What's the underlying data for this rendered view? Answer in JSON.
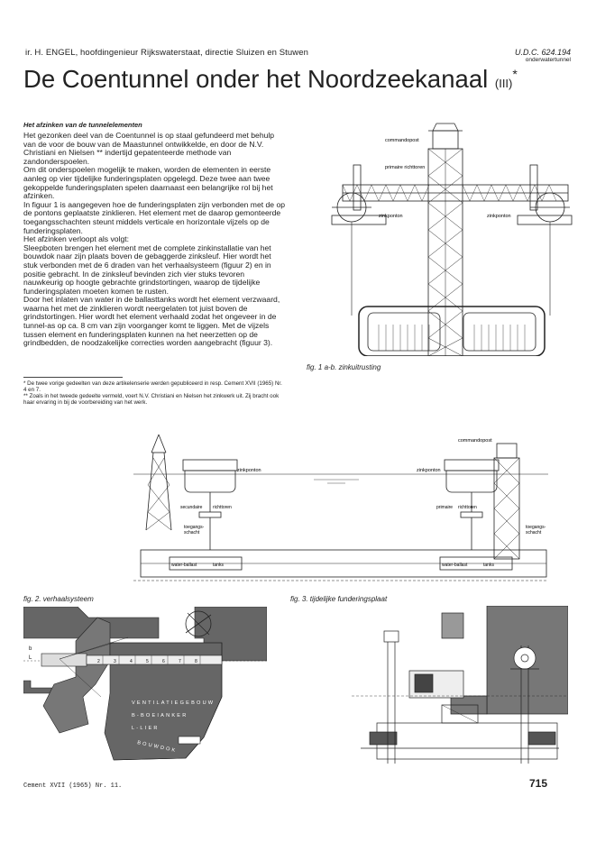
{
  "header": {
    "author": "ir. H. ENGEL, hoofdingenieur Rijkswaterstaat, directie Sluizen en Stuwen",
    "udc": "U.D.C. 624.194",
    "udc_sub": "onderwatertunnel"
  },
  "title": {
    "main": "De Coentunnel onder het Noordzeekanaal",
    "part": "(III)",
    "mark": "*"
  },
  "section_heading": "Het afzinken van de tunnelelementen",
  "paragraphs": [
    "Het gezonken deel van de Coentunnel is op staal gefundeerd met behulp van de voor de bouw van de Maastunnel ontwikkelde, en door de N.V. Christiani en Nielsen ** indertijd gepatenteerde methode van zandonderspoelen.",
    "Om dit onderspoelen mogelijk te maken, worden de elementen in eerste aanleg op vier tijdelijke funderingsplaten opgelegd. Deze twee aan twee gekoppelde funderingsplaten spelen daarnaast een belangrijke rol bij het afzinken.",
    "In figuur 1 is aangegeven hoe de funderingsplaten zijn verbonden met de op de pontons geplaatste zinklieren. Het element met de daarop gemonteerde toegangsschachten steunt middels verticale en horizontale vijzels op de funderingsplaten.",
    "Het afzinken verloopt als volgt:",
    "Sleepboten brengen het element met de complete zinkinstallatie van het bouwdok naar zijn plaats boven de gebaggerde zinksleuf. Hier wordt het stuk verbonden met de 6 draden van het verhaalsysteem (figuur 2) en in positie gebracht. In de zinksleuf bevinden zich vier stuks tevoren nauwkeurig op hoogte gebrachte grindstortingen, waarop de tijdelijke funderingsplaten moeten komen te rusten.",
    "Door het inlaten van water in de ballasttanks wordt het element verzwaard, waarna het met de zinklieren wordt neergelaten tot juist boven de grindstortingen. Hier wordt het element verhaald zodat het ongeveer in de tunnel-as op ca. 8 cm van zijn voorganger komt te liggen. Met de vijzels tussen element en funderingsplaten kunnen na het neerzetten op de grindbedden, de noodzakelijke correcties worden aangebracht (figuur 3)."
  ],
  "footnotes": [
    "* De twee vorige gedeelten van deze artikelenserie werden gepubliceerd in resp. Cement XVII (1965) Nr. 4 en 7.",
    "** Zoals in het tweede gedeelte vermeld, voert N.V. Christiani en Nielsen het zinkwerk uit. Zij bracht ook haar ervaring in bij de voorbereiding van het werk."
  ],
  "figures": {
    "fig1": {
      "caption": "fig. 1 a-b. zinkuitrusting",
      "labels": {
        "command": "commandopost",
        "rigs": "primaire richttoren",
        "ponton_left": "zinkponton",
        "ponton_right": "zinkponton"
      }
    },
    "fig2": {
      "caption": "fig. 2. verhaalsysteem",
      "labels": {
        "vent": "VENTILATIEGEBOUW",
        "bo": "B-BOEIANKER",
        "lier": "L-LIER",
        "bouwdok": "BOUWDOK"
      },
      "seg_numbers": [
        "2",
        "3",
        "4",
        "5",
        "6",
        "7",
        "8"
      ],
      "side_labels": {
        "b": "b",
        "l": "L"
      }
    },
    "fig3": {
      "caption": "fig. 3. tijdelijke funderingsplaat"
    },
    "fig_mid": {
      "labels": {
        "command": "commandopost",
        "zinkponton_l": "zinkponton",
        "zinkponton_r": "zinkponton",
        "sec_rich": "secundaire",
        "sec_rich2": "richttoren",
        "prim_rich": "primaire",
        "prim_rich2": "richttoren",
        "toeg_l": "toegangs-",
        "toeg_l2": "schacht",
        "toeg_r": "toegangs-",
        "toeg_r2": "schacht",
        "ball_l": "water-ballast",
        "ball_l2": "tanks",
        "ball_r": "water-ballast",
        "ball_r2": "tanks"
      }
    }
  },
  "footer": {
    "journal": "Cement XVII (1965) Nr. 11.",
    "page": "715"
  }
}
